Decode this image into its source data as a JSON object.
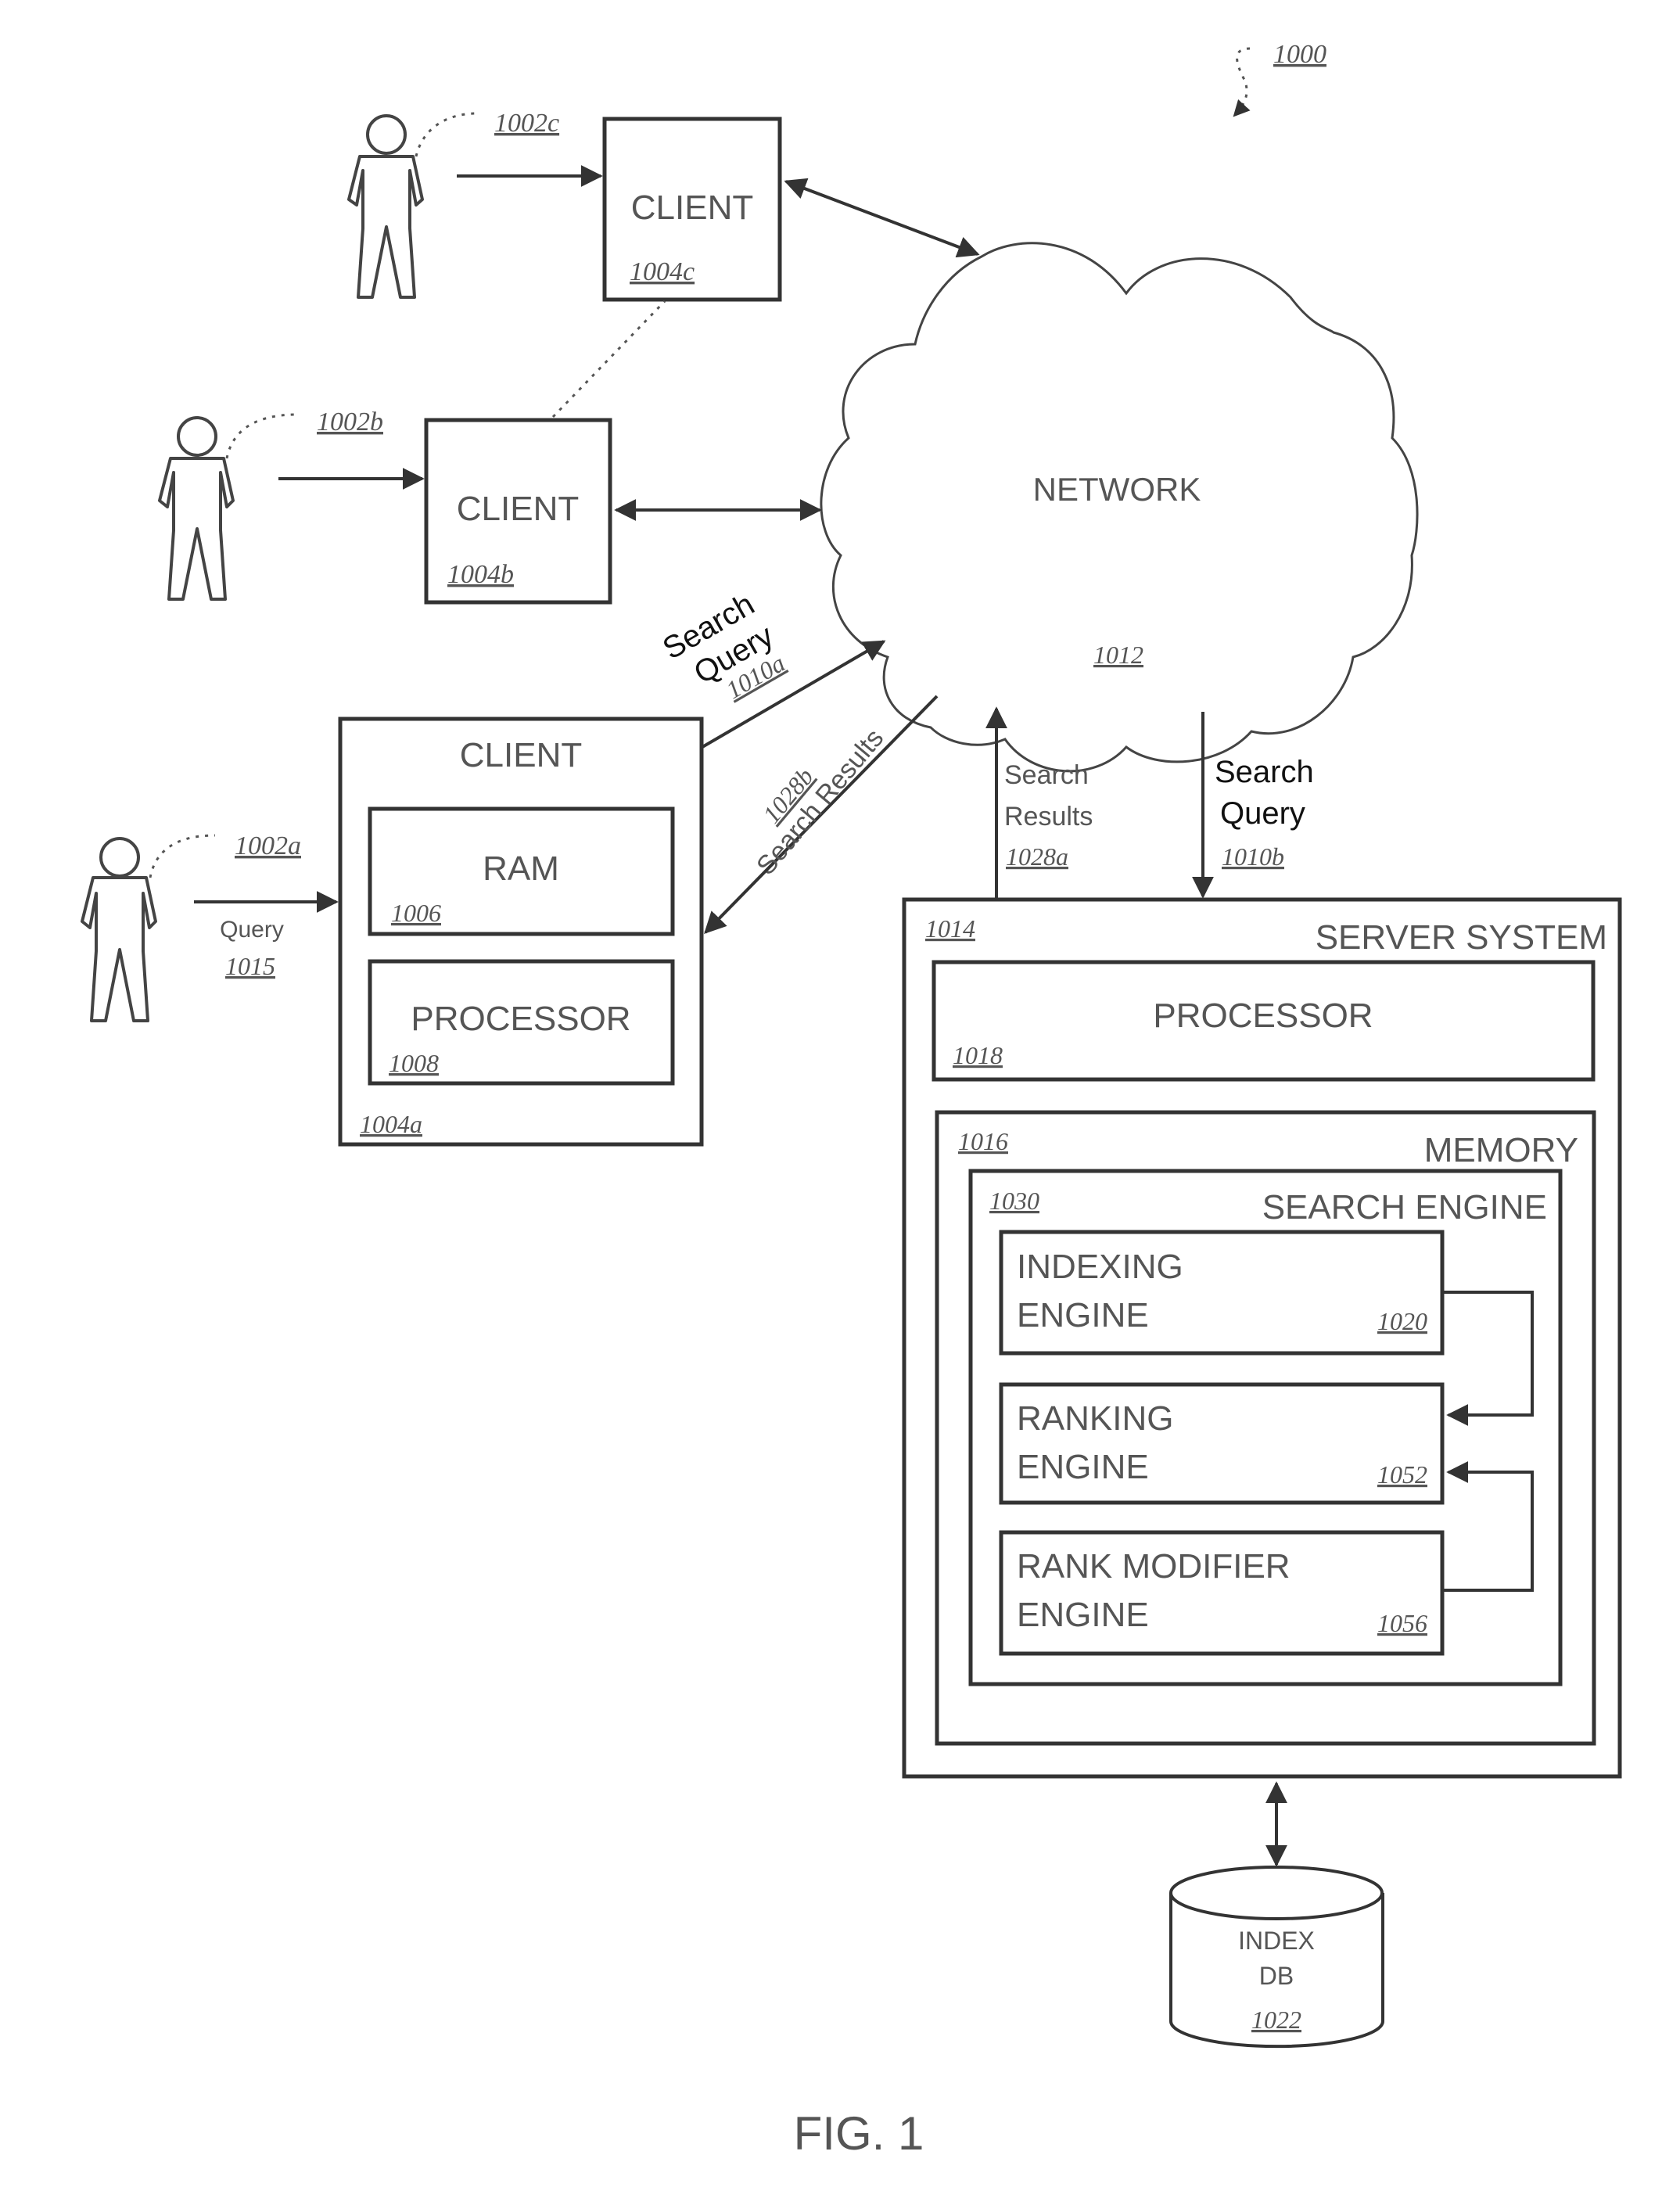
{
  "figure": {
    "ref": "1000",
    "caption": "FIG. 1"
  },
  "users": [
    {
      "ref": "1002c"
    },
    {
      "ref": "1002b"
    },
    {
      "ref": "1002a"
    }
  ],
  "clients": {
    "c": {
      "label": "CLIENT",
      "ref": "1004c"
    },
    "b": {
      "label": "CLIENT",
      "ref": "1004b"
    },
    "a": {
      "label": "CLIENT",
      "ref": "1004a",
      "ram_label": "RAM",
      "ram_ref": "1006",
      "processor_label": "PROCESSOR",
      "processor_ref": "1008"
    }
  },
  "query_label": {
    "line1": "Query",
    "ref": "1015"
  },
  "network": {
    "label": "NETWORK",
    "ref": "1012"
  },
  "flows": {
    "search_query_a": {
      "line1": "Search",
      "line2": "Query",
      "ref": "1010a"
    },
    "search_results_b": {
      "ref": "1028b",
      "text": "Search Results"
    },
    "search_results_a": {
      "line1": "Search",
      "line2": "Results",
      "ref": "1028a"
    },
    "search_query_b": {
      "line1": "Search",
      "line2": "Query",
      "ref": "1010b"
    }
  },
  "server": {
    "label": "SERVER SYSTEM",
    "ref": "1014",
    "processor": {
      "label": "PROCESSOR",
      "ref": "1018"
    },
    "memory": {
      "label": "MEMORY",
      "ref": "1016"
    },
    "search_engine": {
      "label": "SEARCH ENGINE",
      "ref": "1030",
      "engines": [
        {
          "line1": "INDEXING",
          "line2": "ENGINE",
          "ref": "1020"
        },
        {
          "line1": "RANKING",
          "line2": "ENGINE",
          "ref": "1052"
        },
        {
          "line1": "RANK MODIFIER",
          "line2": "ENGINE",
          "ref": "1056"
        }
      ]
    }
  },
  "index_db": {
    "line1": "INDEX",
    "line2": "DB",
    "ref": "1022"
  }
}
